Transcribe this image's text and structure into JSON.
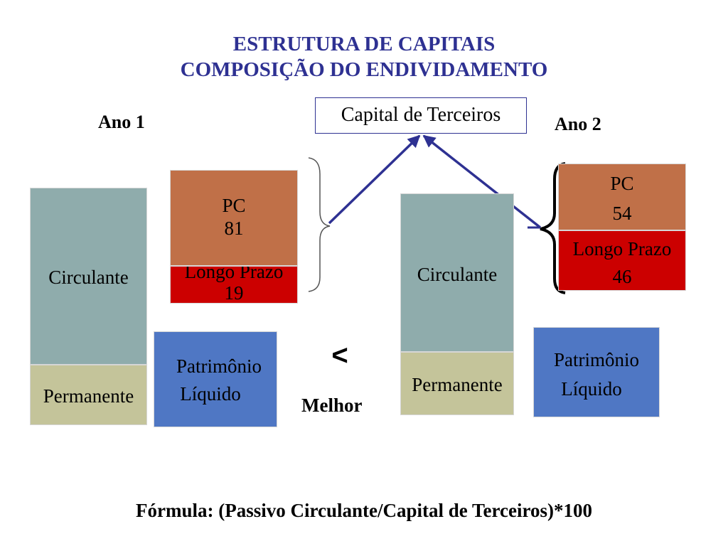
{
  "title": {
    "line1": "ESTRUTURA DE CAPITAIS",
    "line2": "COMPOSIÇÃO DO ENDIVIDAMENTO"
  },
  "capital_terceiros": "Capital de Terceiros",
  "ano1": {
    "label": "Ano 1",
    "circulante": "Circulante",
    "permanente": "Permanente",
    "pc_label": "PC",
    "pc_value": "81",
    "lp_label": "Longo Prazo",
    "lp_value": "19",
    "pl_line1": "Patrimônio",
    "pl_line2": "Líquido"
  },
  "ano2": {
    "label": "Ano 2",
    "circulante": "Circulante",
    "permanente": "Permanente",
    "pc_label": "PC",
    "pc_value": "54",
    "lp_label": "Longo Prazo",
    "lp_value": "46",
    "pl_line1": "Patrimônio",
    "pl_line2": "Líquido"
  },
  "comparison": {
    "symbol": "<",
    "label": "Melhor"
  },
  "formula": "Fórmula: (Passivo Circulante/Capital de Terceiros)*100",
  "colors": {
    "title": "#2e3192",
    "circulante": "#8facac",
    "permanente": "#c4c49a",
    "patrimonio": "#4f77c4",
    "pc": "#c07048",
    "longo_prazo": "#cc0000",
    "arrow": "#2e3192"
  }
}
